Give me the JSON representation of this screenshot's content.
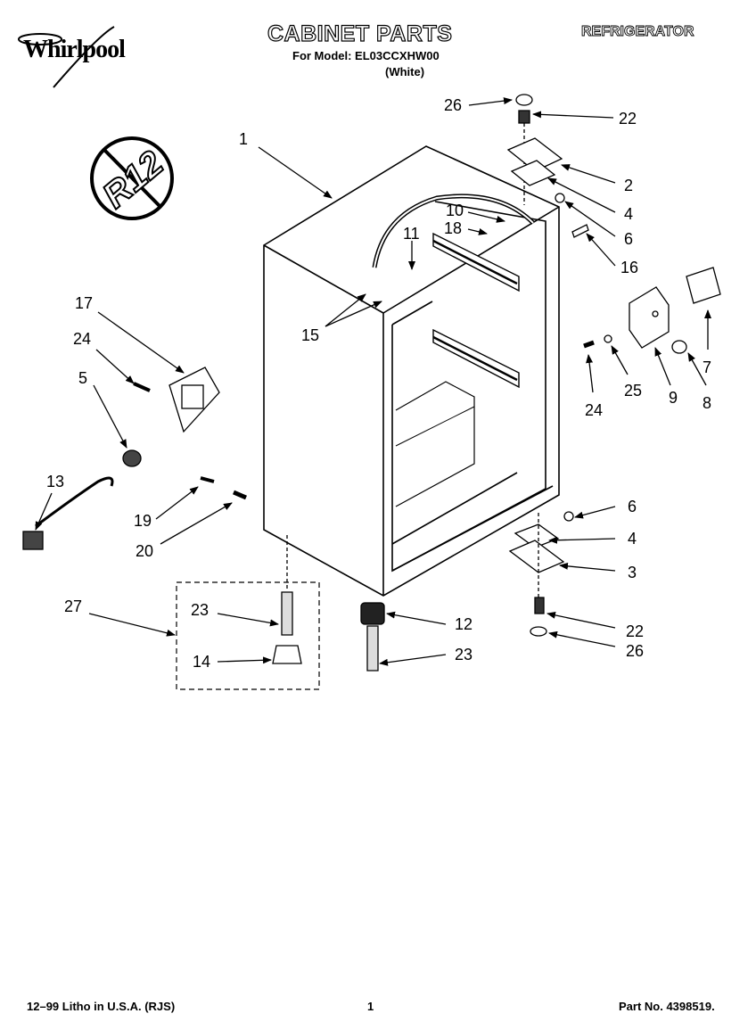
{
  "header": {
    "brand": "Whirlpool",
    "title": "CABINET PARTS",
    "model_line": "For Model: EL03CCXHW00",
    "color_line": "(White)",
    "category": "REFRIGERATOR"
  },
  "badge": {
    "text": "R12",
    "icon": "no-r12-icon"
  },
  "footer": {
    "litho": "12–99 Litho in U.S.A. (RJS)",
    "page": "1",
    "part_no": "Part No. 4398519."
  },
  "callouts": [
    "1",
    "2",
    "3",
    "4",
    "4",
    "5",
    "6",
    "6",
    "7",
    "8",
    "9",
    "10",
    "11",
    "12",
    "13",
    "14",
    "15",
    "16",
    "17",
    "18",
    "19",
    "20",
    "22",
    "22",
    "23",
    "23",
    "24",
    "24",
    "25",
    "26",
    "26",
    "27"
  ]
}
